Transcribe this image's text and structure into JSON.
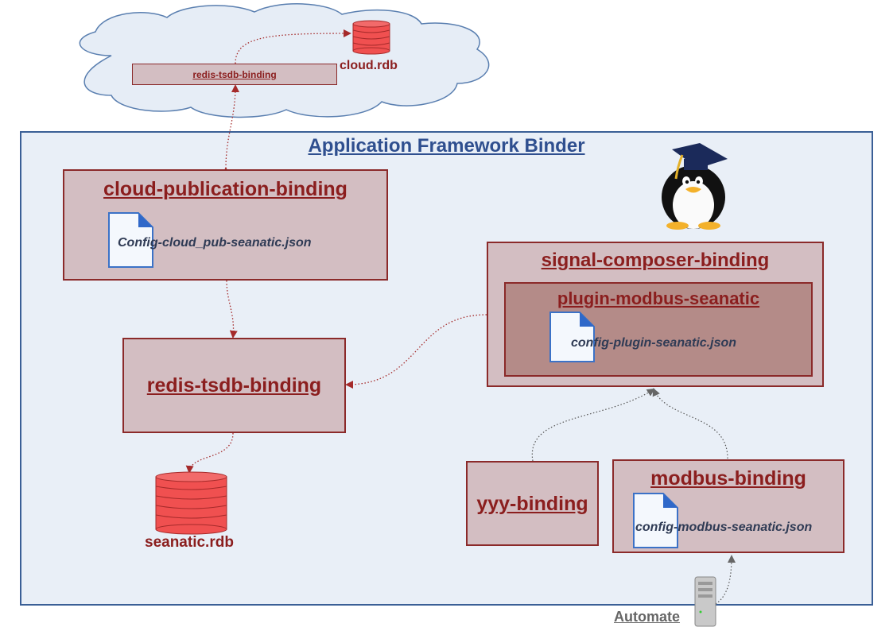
{
  "frame": {
    "title": "Application Framework Binder"
  },
  "cloud": {
    "binding_label": "redis-tsdb-binding",
    "db_label": "cloud.rdb"
  },
  "bindings": {
    "cloud_publication": {
      "title": "cloud-publication-binding",
      "file": "Config-cloud_pub-seanatic.json"
    },
    "redis_tsdb": {
      "title": "redis-tsdb-binding"
    },
    "signal_composer": {
      "title": "signal-composer-binding"
    },
    "plugin_modbus": {
      "title": "plugin-modbus-seanatic",
      "file": "config-plugin-seanatic.json"
    },
    "yyy": {
      "title": "yyy-binding"
    },
    "modbus": {
      "title": "modbus-binding",
      "file": "config-modbus-seanatic.json"
    }
  },
  "database": {
    "label": "seanatic.rdb"
  },
  "device": {
    "label": "Automate"
  },
  "colors": {
    "box_fill": "#d3bec2",
    "box_border": "#8b2a2a",
    "inner_fill": "#b48b88",
    "title_text": "#8b1e1e",
    "frame_fill": "#e9eff7",
    "frame_border": "#3a5f96",
    "cloud_fill": "#e6edf6",
    "db_red": "#f05050"
  },
  "icons": [
    "cloud-icon",
    "database-icon",
    "file-icon",
    "tux-graduate-icon",
    "server-icon"
  ]
}
